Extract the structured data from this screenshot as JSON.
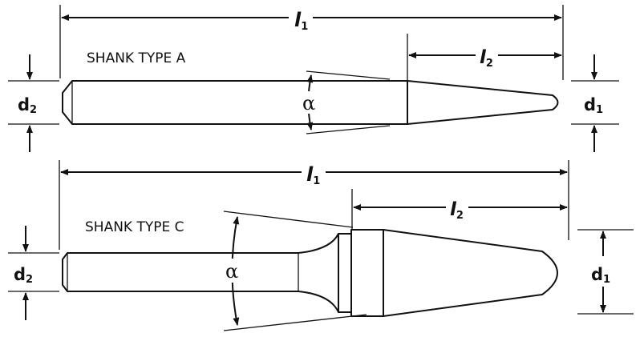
{
  "type_a": {
    "title": "SHANK TYPE A",
    "l1": {
      "main": "l",
      "sub": "1"
    },
    "l2": {
      "main": "l",
      "sub": "2"
    },
    "d1": {
      "main": "d",
      "sub": "1"
    },
    "d2": {
      "main": "d",
      "sub": "2"
    },
    "angle": "α"
  },
  "type_c": {
    "title": "SHANK TYPE C",
    "l1": {
      "main": "l",
      "sub": "1"
    },
    "l2": {
      "main": "l",
      "sub": "2"
    },
    "d1": {
      "main": "d",
      "sub": "1"
    },
    "d2": {
      "main": "d",
      "sub": "2"
    },
    "angle": "α"
  }
}
